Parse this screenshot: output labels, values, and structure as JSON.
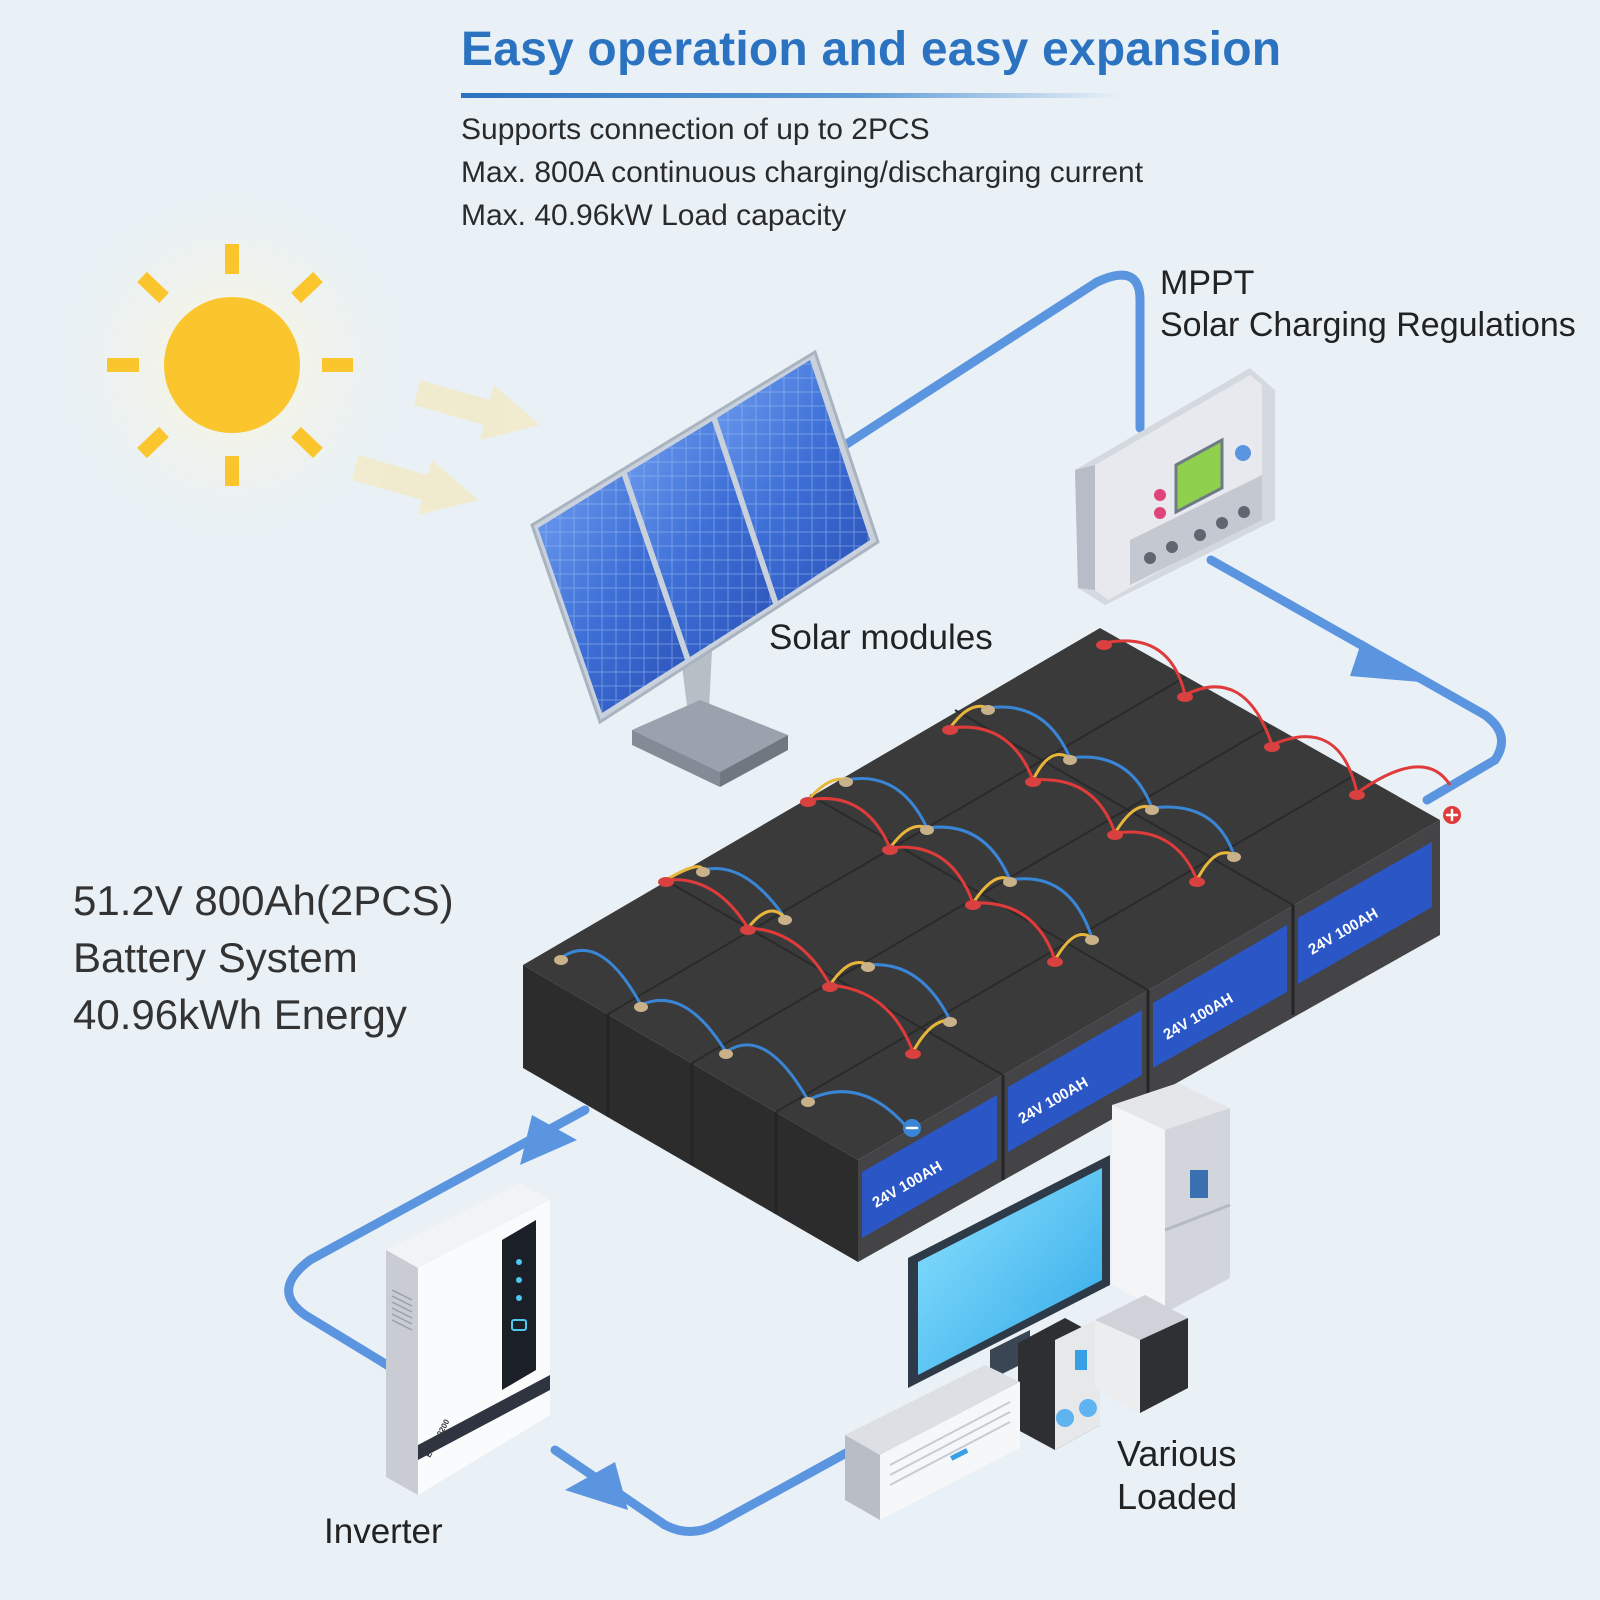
{
  "header": {
    "title": "Easy operation and easy expansion",
    "features": [
      "Supports connection of up to 2PCS",
      "Max. 800A continuous charging/discharging current",
      "Max. 40.96kW Load capacity"
    ]
  },
  "components": {
    "mppt": {
      "line1": "MPPT",
      "line2": "Solar Charging Regulations"
    },
    "solar": {
      "label": "Solar modules"
    },
    "battery_system": {
      "line1": "51.2V 800Ah(2PCS)",
      "line2": "Battery System",
      "line3": "40.96kWh Energy",
      "module_label": "24V 100AH"
    },
    "inverter": {
      "label": "Inverter",
      "model": "EVO-10200"
    },
    "loads": {
      "line1": "Various",
      "line2": "Loaded"
    }
  },
  "colors": {
    "title": "#2b73c0",
    "flow_line": "#5b95e0",
    "sun": "#fbc52d",
    "panel": "#3f6fd1",
    "battery_body": "#3a3a3a",
    "battery_label": "#2a56c6"
  },
  "icons": [
    "sun-icon",
    "solar-panel-icon",
    "mppt-controller-icon",
    "battery-bank-icon",
    "inverter-icon",
    "monitor-icon",
    "fridge-icon",
    "coffee-machine-icon",
    "microwave-icon",
    "air-conditioner-icon"
  ]
}
